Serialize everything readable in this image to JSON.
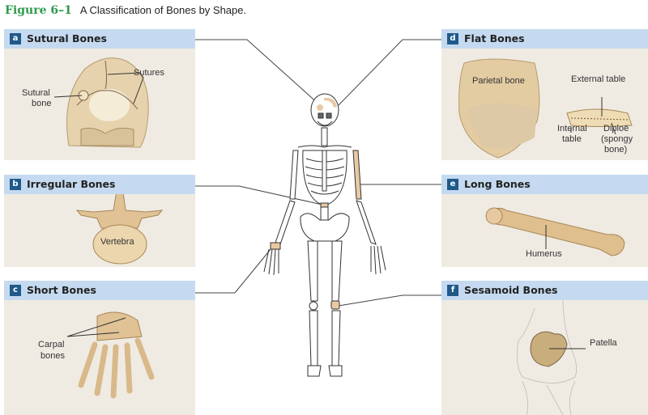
{
  "figure": {
    "number": "Figure 6–1",
    "caption": "A Classification of Bones by Shape."
  },
  "panels": {
    "a": {
      "letter": "a",
      "title": "Sutural Bones",
      "labels": {
        "sutures": "Sutures",
        "sutural_bone_1": "Sutural",
        "sutural_bone_2": "bone"
      }
    },
    "b": {
      "letter": "b",
      "title": "Irregular Bones",
      "labels": {
        "vertebra": "Vertebra"
      }
    },
    "c": {
      "letter": "c",
      "title": "Short Bones",
      "labels": {
        "carpal_1": "Carpal",
        "carpal_2": "bones"
      }
    },
    "d": {
      "letter": "d",
      "title": "Flat Bones",
      "labels": {
        "parietal": "Parietal bone",
        "external_table": "External table",
        "internal_1": "Internal",
        "internal_2": "table",
        "diploe_1": "Diploë",
        "diploe_2": "(spongy",
        "diploe_3": "bone)"
      }
    },
    "e": {
      "letter": "e",
      "title": "Long Bones",
      "labels": {
        "humerus": "Humerus"
      }
    },
    "f": {
      "letter": "f",
      "title": "Sesamoid Bones",
      "labels": {
        "patella": "Patella"
      }
    }
  },
  "colors": {
    "title_green": "#2e9a4f",
    "header_blue": "#c5daf0",
    "badge_blue": "#1f5a8a",
    "panel_bg": "#efebe3",
    "bone": "#d9b98a",
    "highlight": "#e8c9a3"
  }
}
